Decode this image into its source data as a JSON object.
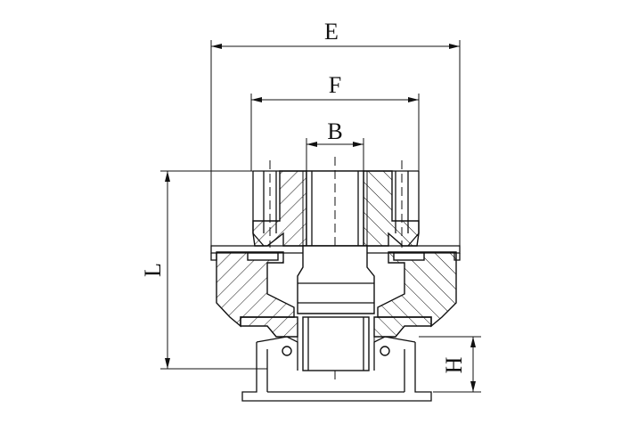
{
  "drawing": {
    "dimensions": {
      "E": "E",
      "F": "F",
      "B": "B",
      "L": "L",
      "H": "H"
    },
    "colors": {
      "line": "#111111",
      "hatch": "#111111",
      "background": "#ffffff"
    }
  }
}
